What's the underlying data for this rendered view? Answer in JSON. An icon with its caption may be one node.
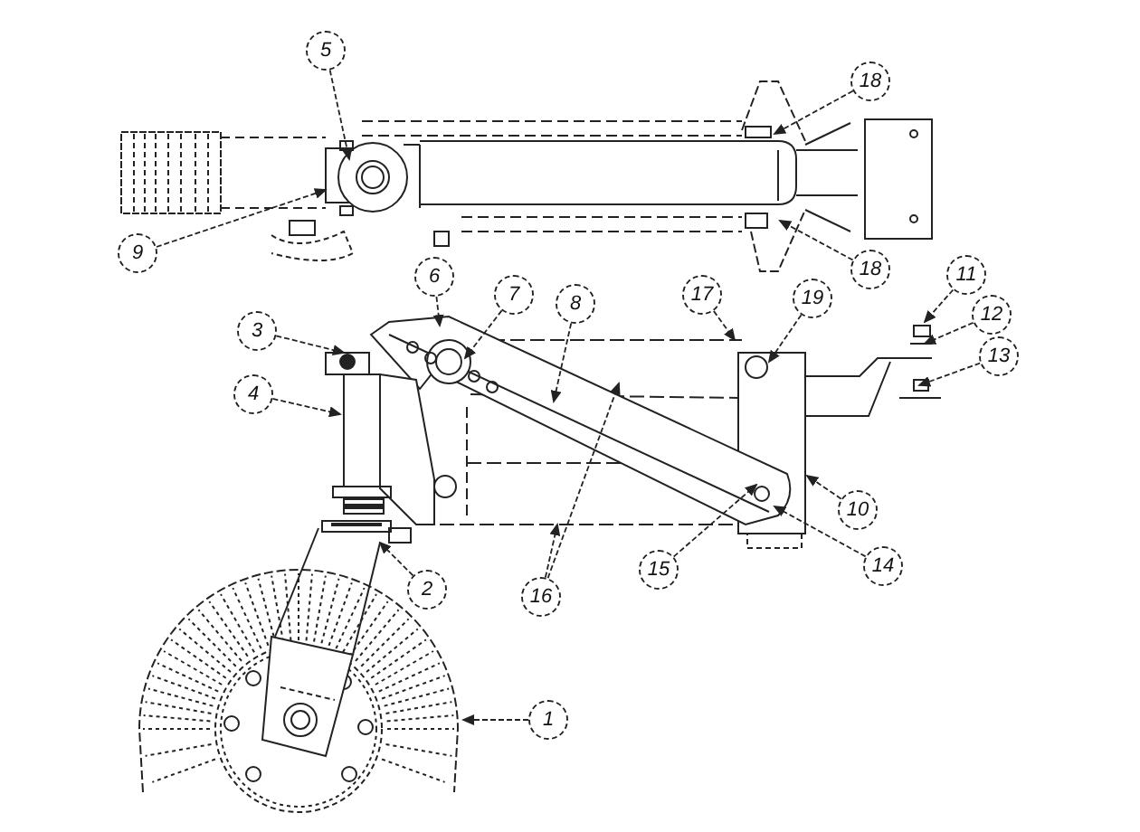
{
  "diagram": {
    "nodes": [
      {
        "text": [
          "5"
        ]
      },
      {
        "text": [
          "9"
        ]
      },
      {
        "text": [
          "18"
        ]
      },
      {
        "text": [
          "18"
        ]
      },
      {
        "text": [
          "6"
        ]
      },
      {
        "text": [
          "7"
        ]
      },
      {
        "text": [
          "8"
        ]
      },
      {
        "text": [
          "17"
        ]
      },
      {
        "text": [
          "19"
        ]
      },
      {
        "text": [
          "11"
        ]
      },
      {
        "text": [
          "3"
        ]
      },
      {
        "text": [
          "12"
        ]
      },
      {
        "text": [
          "4"
        ]
      },
      {
        "text": [
          "13"
        ]
      },
      {
        "text": [
          "10"
        ]
      },
      {
        "text": [
          "2"
        ]
      },
      {
        "text": [
          "15"
        ]
      },
      {
        "text": [
          "14"
        ]
      },
      {
        "text": [
          "16"
        ]
      },
      {
        "text": [
          "1"
        ]
      }
    ],
    "edges": [
      {
        "from": 0,
        "to": null,
        "arrow": "to"
      },
      {
        "from": 1,
        "to": null,
        "arrow": "to"
      },
      {
        "from": 2,
        "to": null,
        "arrow": "to"
      },
      {
        "from": 3,
        "to": null,
        "arrow": "to"
      },
      {
        "from": 4,
        "to": null,
        "arrow": "to"
      },
      {
        "from": 5,
        "to": null,
        "arrow": "to"
      },
      {
        "from": 6,
        "to": null,
        "arrow": "to"
      },
      {
        "from": 7,
        "to": null,
        "arrow": "to"
      },
      {
        "from": 8,
        "to": null,
        "arrow": "to"
      },
      {
        "from": 9,
        "to": null,
        "arrow": "to"
      },
      {
        "from": 10,
        "to": null,
        "arrow": "to"
      },
      {
        "from": 11,
        "to": null,
        "arrow": "to"
      },
      {
        "from": 12,
        "to": null,
        "arrow": "to"
      },
      {
        "from": 13,
        "to": null,
        "arrow": "to"
      },
      {
        "from": 14,
        "to": null,
        "arrow": "to"
      },
      {
        "from": 15,
        "to": null,
        "arrow": "to"
      },
      {
        "from": 16,
        "to": null,
        "arrow": "to"
      },
      {
        "from": 17,
        "to": null,
        "arrow": "to"
      },
      {
        "from": 18,
        "to": null,
        "arrow": "to"
      },
      {
        "from": 18,
        "to": null,
        "arrow": "to"
      },
      {
        "from": 19,
        "to": null,
        "arrow": "to"
      }
    ]
  }
}
